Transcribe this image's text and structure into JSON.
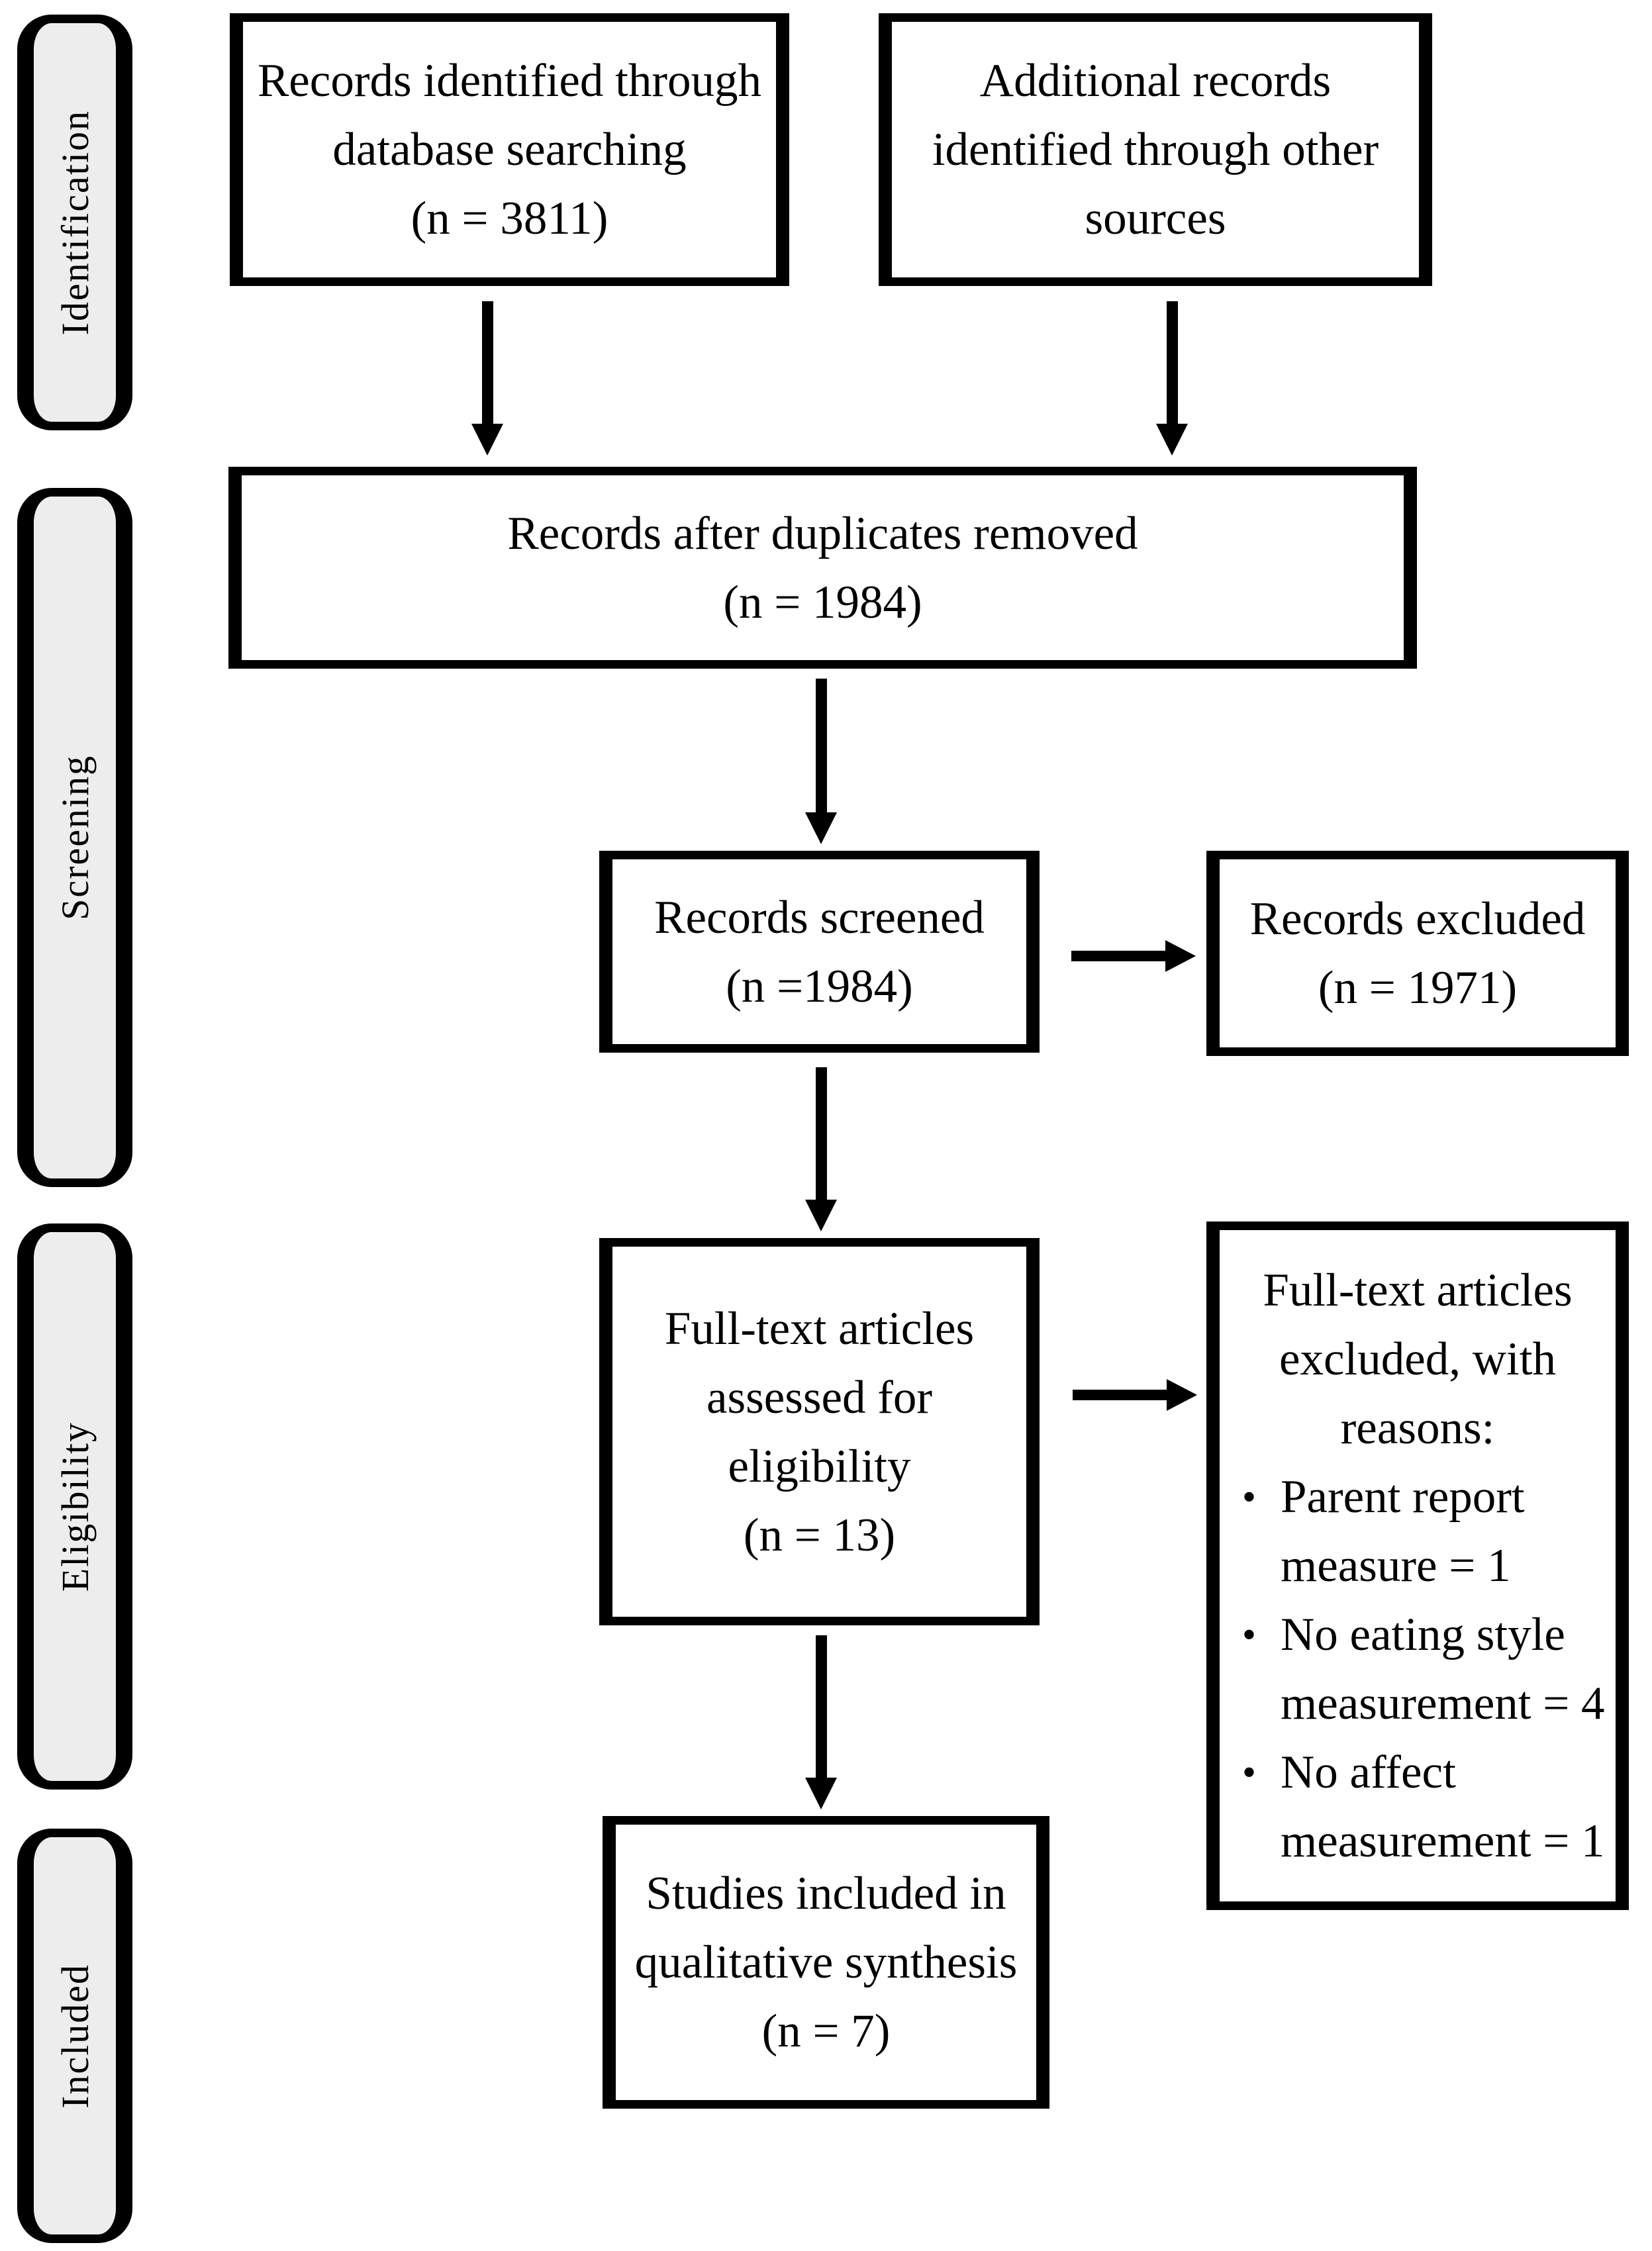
{
  "stages": [
    {
      "label": "Identification"
    },
    {
      "label": "Screening"
    },
    {
      "label": "Eligibility"
    },
    {
      "label": "Included"
    }
  ],
  "boxes": {
    "records_identified": {
      "lines": [
        "Records identified through",
        "database searching",
        "(n = 3811)"
      ]
    },
    "additional_records": {
      "lines": [
        "Additional records",
        "identified through other",
        "sources"
      ]
    },
    "duplicates_removed": {
      "lines": [
        "Records after duplicates removed",
        "(n = 1984)"
      ]
    },
    "records_screened": {
      "lines": [
        "Records screened",
        "(n =1984)"
      ]
    },
    "records_excluded": {
      "lines": [
        "Records excluded",
        "(n = 1971)"
      ]
    },
    "fulltext_assessed": {
      "lines": [
        "Full-text articles",
        "assessed for",
        "eligibility",
        "(n = 13)"
      ]
    },
    "fulltext_excluded": {
      "heading_lines": [
        "Full-text articles",
        "excluded, with",
        "reasons:"
      ],
      "bullet_char": "•",
      "bullets": [
        {
          "lines": [
            "Parent report",
            "measure = 1"
          ]
        },
        {
          "lines": [
            "No eating style",
            "measurement = 4"
          ]
        },
        {
          "lines": [
            "No affect",
            "measurement = 1"
          ]
        }
      ]
    },
    "studies_included": {
      "lines": [
        "Studies included in",
        "qualitative synthesis",
        "(n = 7)"
      ]
    }
  },
  "colors": {
    "border": "#000000",
    "box_fill": "#ffffff",
    "stage_fill": "#ededed",
    "arrow": "#000000",
    "background": "#ffffff"
  }
}
